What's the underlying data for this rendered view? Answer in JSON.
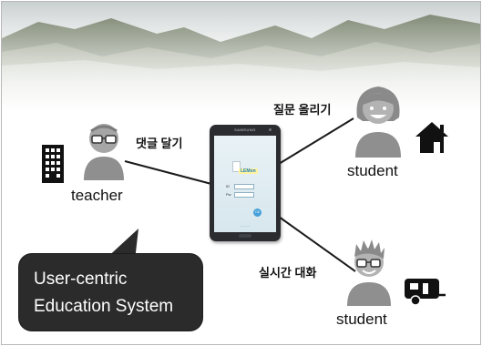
{
  "diagram": {
    "roles": {
      "teacher": "teacher",
      "student_top": "student",
      "student_bottom": "student"
    },
    "actions": {
      "comment": "댓글 달기",
      "post_question": "질문 올리기",
      "realtime_chat": "실시간 대화"
    },
    "callout": {
      "line1": "User-centric",
      "line2": "Education System"
    },
    "tablet": {
      "brand": "SAMSUNG",
      "app_logo": "LEMon",
      "id_label": "ID",
      "pw_label": "Pw",
      "ok_label": "OK"
    }
  }
}
